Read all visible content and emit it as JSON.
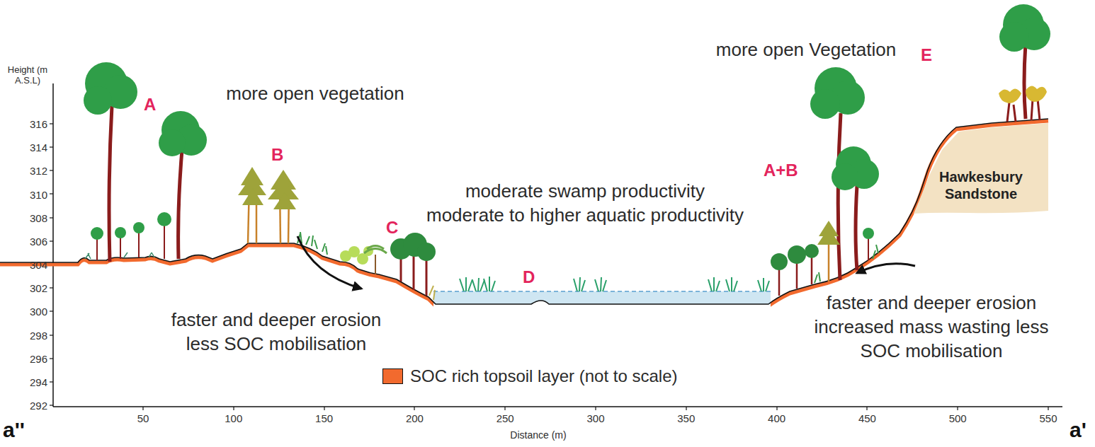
{
  "diagram": {
    "nodes": [
      {
        "text": [
          "Hawkesbury Sandstone"
        ]
      }
    ],
    "labels": [
      "Height (m A.S.L)",
      "316",
      "314",
      "312",
      "310",
      "308",
      "306",
      "304",
      "302",
      "300",
      "298",
      "296",
      "294",
      "292",
      "50",
      "100",
      "150",
      "200",
      "250",
      "300",
      "350",
      "400",
      "450",
      "500",
      "550",
      "Distance (m)",
      "a''",
      "a'",
      "A",
      "more open vegetation",
      "B",
      "C",
      "moderate swamp productivity",
      "moderate to higher aquatic productivity",
      "D",
      "A+B",
      "more open Vegetation",
      "E",
      "faster and deeper erosion less SOC mobilisation",
      "faster and deeper erosion increased mass wasting less SOC mobilisation"
    ],
    "legend": [
      {
        "text": "SOC rich topsoil layer (not to scale)",
        "color": "#f26a2e"
      }
    ]
  }
}
